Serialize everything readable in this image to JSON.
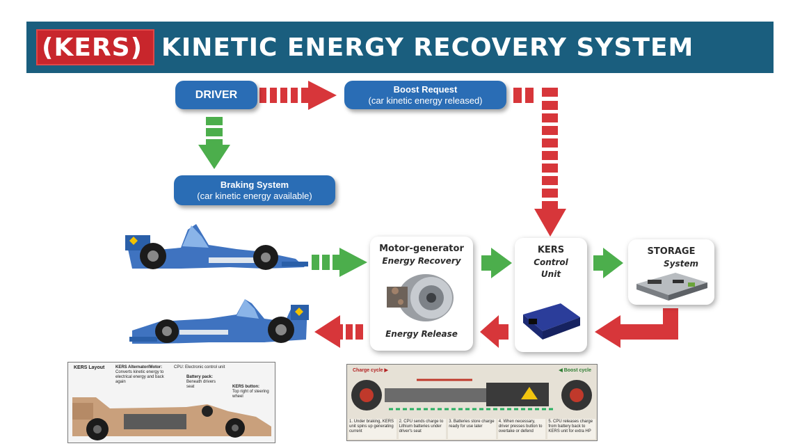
{
  "title": {
    "highlight": "(KERS)",
    "rest": "KINETIC ENERGY RECOVERY SYSTEM"
  },
  "nodes": {
    "driver": {
      "label": "DRIVER"
    },
    "boost_request": {
      "line1": "Boost Request",
      "line2": "(car kinetic energy released)"
    },
    "braking_system": {
      "line1": "Braking System",
      "line2": "(car kinetic energy available)"
    },
    "motor_generator": {
      "line1": "Motor-generator",
      "line2": "Energy Recovery",
      "line3": "Energy Release"
    },
    "kers_control": {
      "line1": "KERS",
      "line2": "Control",
      "line3": "Unit"
    },
    "storage": {
      "line1": "STORAGE",
      "line2": "System"
    }
  },
  "thumbnails": {
    "layout": {
      "title": "KERS Layout",
      "alternator": "KERS Alternator/Motor:",
      "alternator_desc": "Converts kinetic energy to electrical energy and back again",
      "cpu": "CPU: Electronic control unit",
      "battery": "Battery pack:",
      "battery_desc": "Beneath drivers seat",
      "button": "KERS button:",
      "button_desc": "Top right of steering wheel"
    },
    "cycle": {
      "charge": "Charge cycle ▶",
      "boost": "◀ Boost cycle",
      "steps": [
        "1. Under braking, KERS unit spins up generating current",
        "2. CPU sends charge to Lithium batteries under driver's seat",
        "3. Batteries store charge ready for use later",
        "4. When necessary, driver presses button to overtake or defend",
        "5. CPU releases charge from battery back to KERS unit for extra HP"
      ]
    }
  },
  "colors": {
    "banner": "#1a5e7e",
    "highlight": "#c8262c",
    "node_blue": "#2a6db5",
    "arrow_red": "#d7363a",
    "arrow_green": "#4cae4c"
  }
}
